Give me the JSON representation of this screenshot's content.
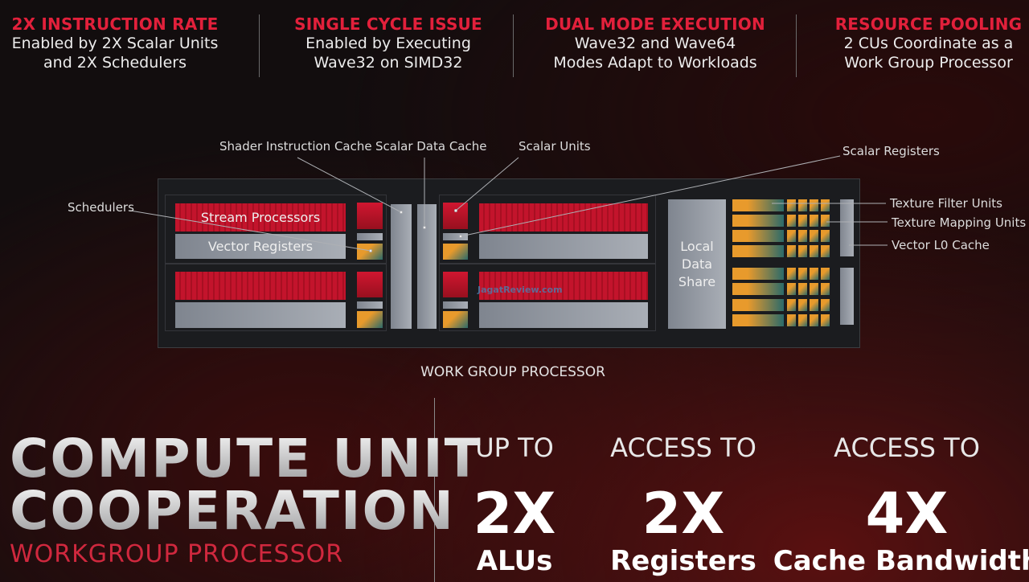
{
  "header": [
    {
      "title": "2X INSTRUCTION RATE",
      "lines": [
        "Enabled by 2X Scalar Units",
        "and 2X Schedulers"
      ]
    },
    {
      "title": "SINGLE CYCLE ISSUE",
      "lines": [
        "Enabled by Executing",
        "Wave32 on SIMD32"
      ]
    },
    {
      "title": "DUAL MODE EXECUTION",
      "lines": [
        "Wave32 and Wave64",
        "Modes Adapt to Workloads"
      ]
    },
    {
      "title": "RESOURCE POOLING",
      "lines": [
        "2 CUs Coordinate as a",
        "Work Group Processor"
      ]
    }
  ],
  "diagram": {
    "labels": {
      "shader_cache": "Shader Instruction Cache",
      "scalar_data_cache": "Scalar Data Cache",
      "scalar_units": "Scalar Units",
      "scalar_registers": "Scalar Registers",
      "schedulers": "Schedulers",
      "texture_filter": "Texture Filter Units",
      "texture_mapping": "Texture Mapping Units",
      "vector_l0": "Vector L0 Cache"
    },
    "stream_processors": "Stream Processors",
    "vector_registers": "Vector Registers",
    "lds": [
      "Local",
      "Data",
      "Share"
    ],
    "caption": "WORK GROUP PROCESSOR",
    "watermark": "JagatReview.com"
  },
  "title": {
    "line1": "COMPUTE UNIT",
    "line2": "COOPERATION",
    "subtitle": "WORKGROUP PROCESSOR"
  },
  "stats": [
    {
      "prefix": "UP TO",
      "value": "2X",
      "label": "ALUs"
    },
    {
      "prefix": "ACCESS TO",
      "value": "2X",
      "label": "Registers"
    },
    {
      "prefix": "ACCESS TO",
      "value": "4X",
      "label": "Cache Bandwidth"
    }
  ],
  "colors": {
    "accent": "#e2203b"
  }
}
